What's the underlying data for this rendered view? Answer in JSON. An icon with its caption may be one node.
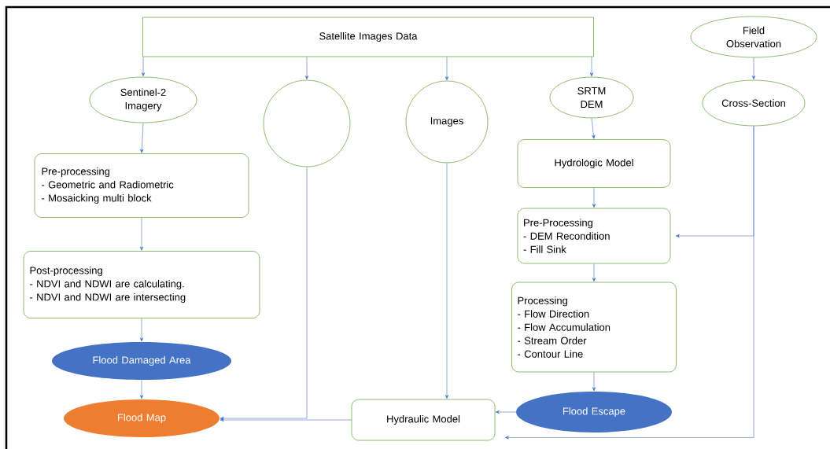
{
  "diagram": {
    "nodes": [
      {
        "text": [
          "Satellite Images Data"
        ]
      },
      {
        "text": [
          "Sentinel-2 Imagery"
        ]
      },
      {
        "text": [],
        "shape": "circle"
      },
      {
        "text": [
          "Images"
        ]
      },
      {
        "text": [
          "SRTM DEM"
        ]
      },
      {
        "text": [
          "Field Observation"
        ]
      },
      {
        "text": [
          "Cross-Section"
        ]
      },
      {
        "text": [
          "Pre-processing",
          "- Geometric and Radiometric",
          "- Mosaicking multi block"
        ]
      },
      {
        "text": [
          "Hydrologic Model"
        ]
      },
      {
        "text": [
          "Post-processing",
          "- NDVI and NDWI are calculating.",
          "- NDVI and NDWI are intersecting"
        ]
      },
      {
        "text": [
          "Pre-Processing",
          "- DEM Recondition",
          "- Fill Sink"
        ]
      },
      {
        "text": [
          "Flood Damaged Area"
        ]
      },
      {
        "text": [
          "Processing",
          "- Flow Direction",
          "- Flow Accumulation",
          "- Stream Order",
          "- Contour Line"
        ]
      },
      {
        "text": [
          "Flood Map"
        ]
      },
      {
        "text": [
          "Hydraulic Model"
        ]
      },
      {
        "text": [
          "Flood Escape"
        ]
      }
    ],
    "edges": [
      {
        "from": 0,
        "to": 1,
        "arrow": "to"
      },
      {
        "from": 0,
        "to": 2,
        "arrow": "to"
      },
      {
        "from": 0,
        "to": 3,
        "arrow": "to"
      },
      {
        "from": 0,
        "to": 4,
        "arrow": "to"
      },
      {
        "from": 5,
        "to": 6,
        "arrow": "to"
      },
      {
        "from": 1,
        "to": 7,
        "arrow": "to"
      },
      {
        "from": 7,
        "to": 9,
        "arrow": "to"
      },
      {
        "from": 9,
        "to": 11,
        "arrow": "to"
      },
      {
        "from": 11,
        "to": 13,
        "arrow": "to"
      },
      {
        "from": 4,
        "to": 8,
        "arrow": "to"
      },
      {
        "from": 8,
        "to": 10,
        "arrow": "to"
      },
      {
        "from": 10,
        "to": 12,
        "arrow": "to"
      },
      {
        "from": 12,
        "to": 15,
        "arrow": "to"
      },
      {
        "from": 6,
        "to": 10,
        "arrow": "to"
      },
      {
        "from": 6,
        "to": 14,
        "arrow": "to"
      },
      {
        "from": 3,
        "to": 14,
        "arrow": "to"
      },
      {
        "from": 15,
        "to": 14,
        "arrow": "to"
      },
      {
        "from": 14,
        "to": 13,
        "arrow": "to"
      },
      {
        "from": 2,
        "to": 13,
        "arrow": "to"
      }
    ]
  }
}
